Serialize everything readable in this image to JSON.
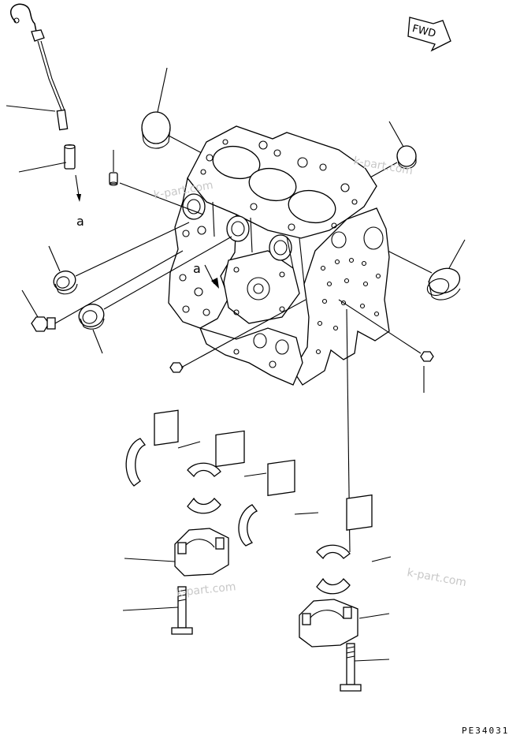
{
  "diagram": {
    "direction_badge": "FWD",
    "callouts": {
      "a_upper": "a",
      "a_lower": "a"
    },
    "watermarks": [
      "k-part.com",
      "k-part.com",
      "k-part.com",
      "k-part.com"
    ],
    "drawing_code": "PE34031"
  }
}
